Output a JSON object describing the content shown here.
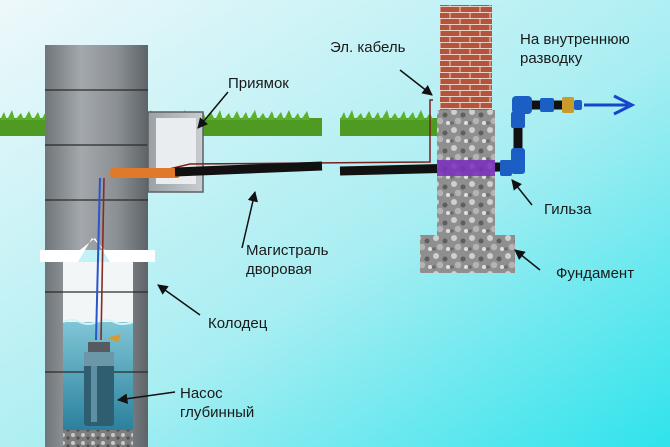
{
  "labels": {
    "cable": "Эл. кабель",
    "inner_line1": "На внутреннюю",
    "inner_line2": "разводку",
    "pit": "Приямок",
    "sleeve": "Гильза",
    "main_line1": "Магистраль",
    "main_line2": "дворовая",
    "foundation": "Фундамент",
    "well": "Колодец",
    "pump_line1": "Насос",
    "pump_line2": "глубинный"
  },
  "colors": {
    "background_top": "#eef8fb",
    "background_bottom": "#2fe3ec",
    "grass": "#4f9a22",
    "well_shaft": "#8d9296",
    "pipe": "#111111",
    "fitting": "#1c5fc4",
    "sleeve": "#7a2dbf",
    "brick": "#b5533c",
    "arrow": "#1845c8",
    "water": "#2a8fb0"
  }
}
